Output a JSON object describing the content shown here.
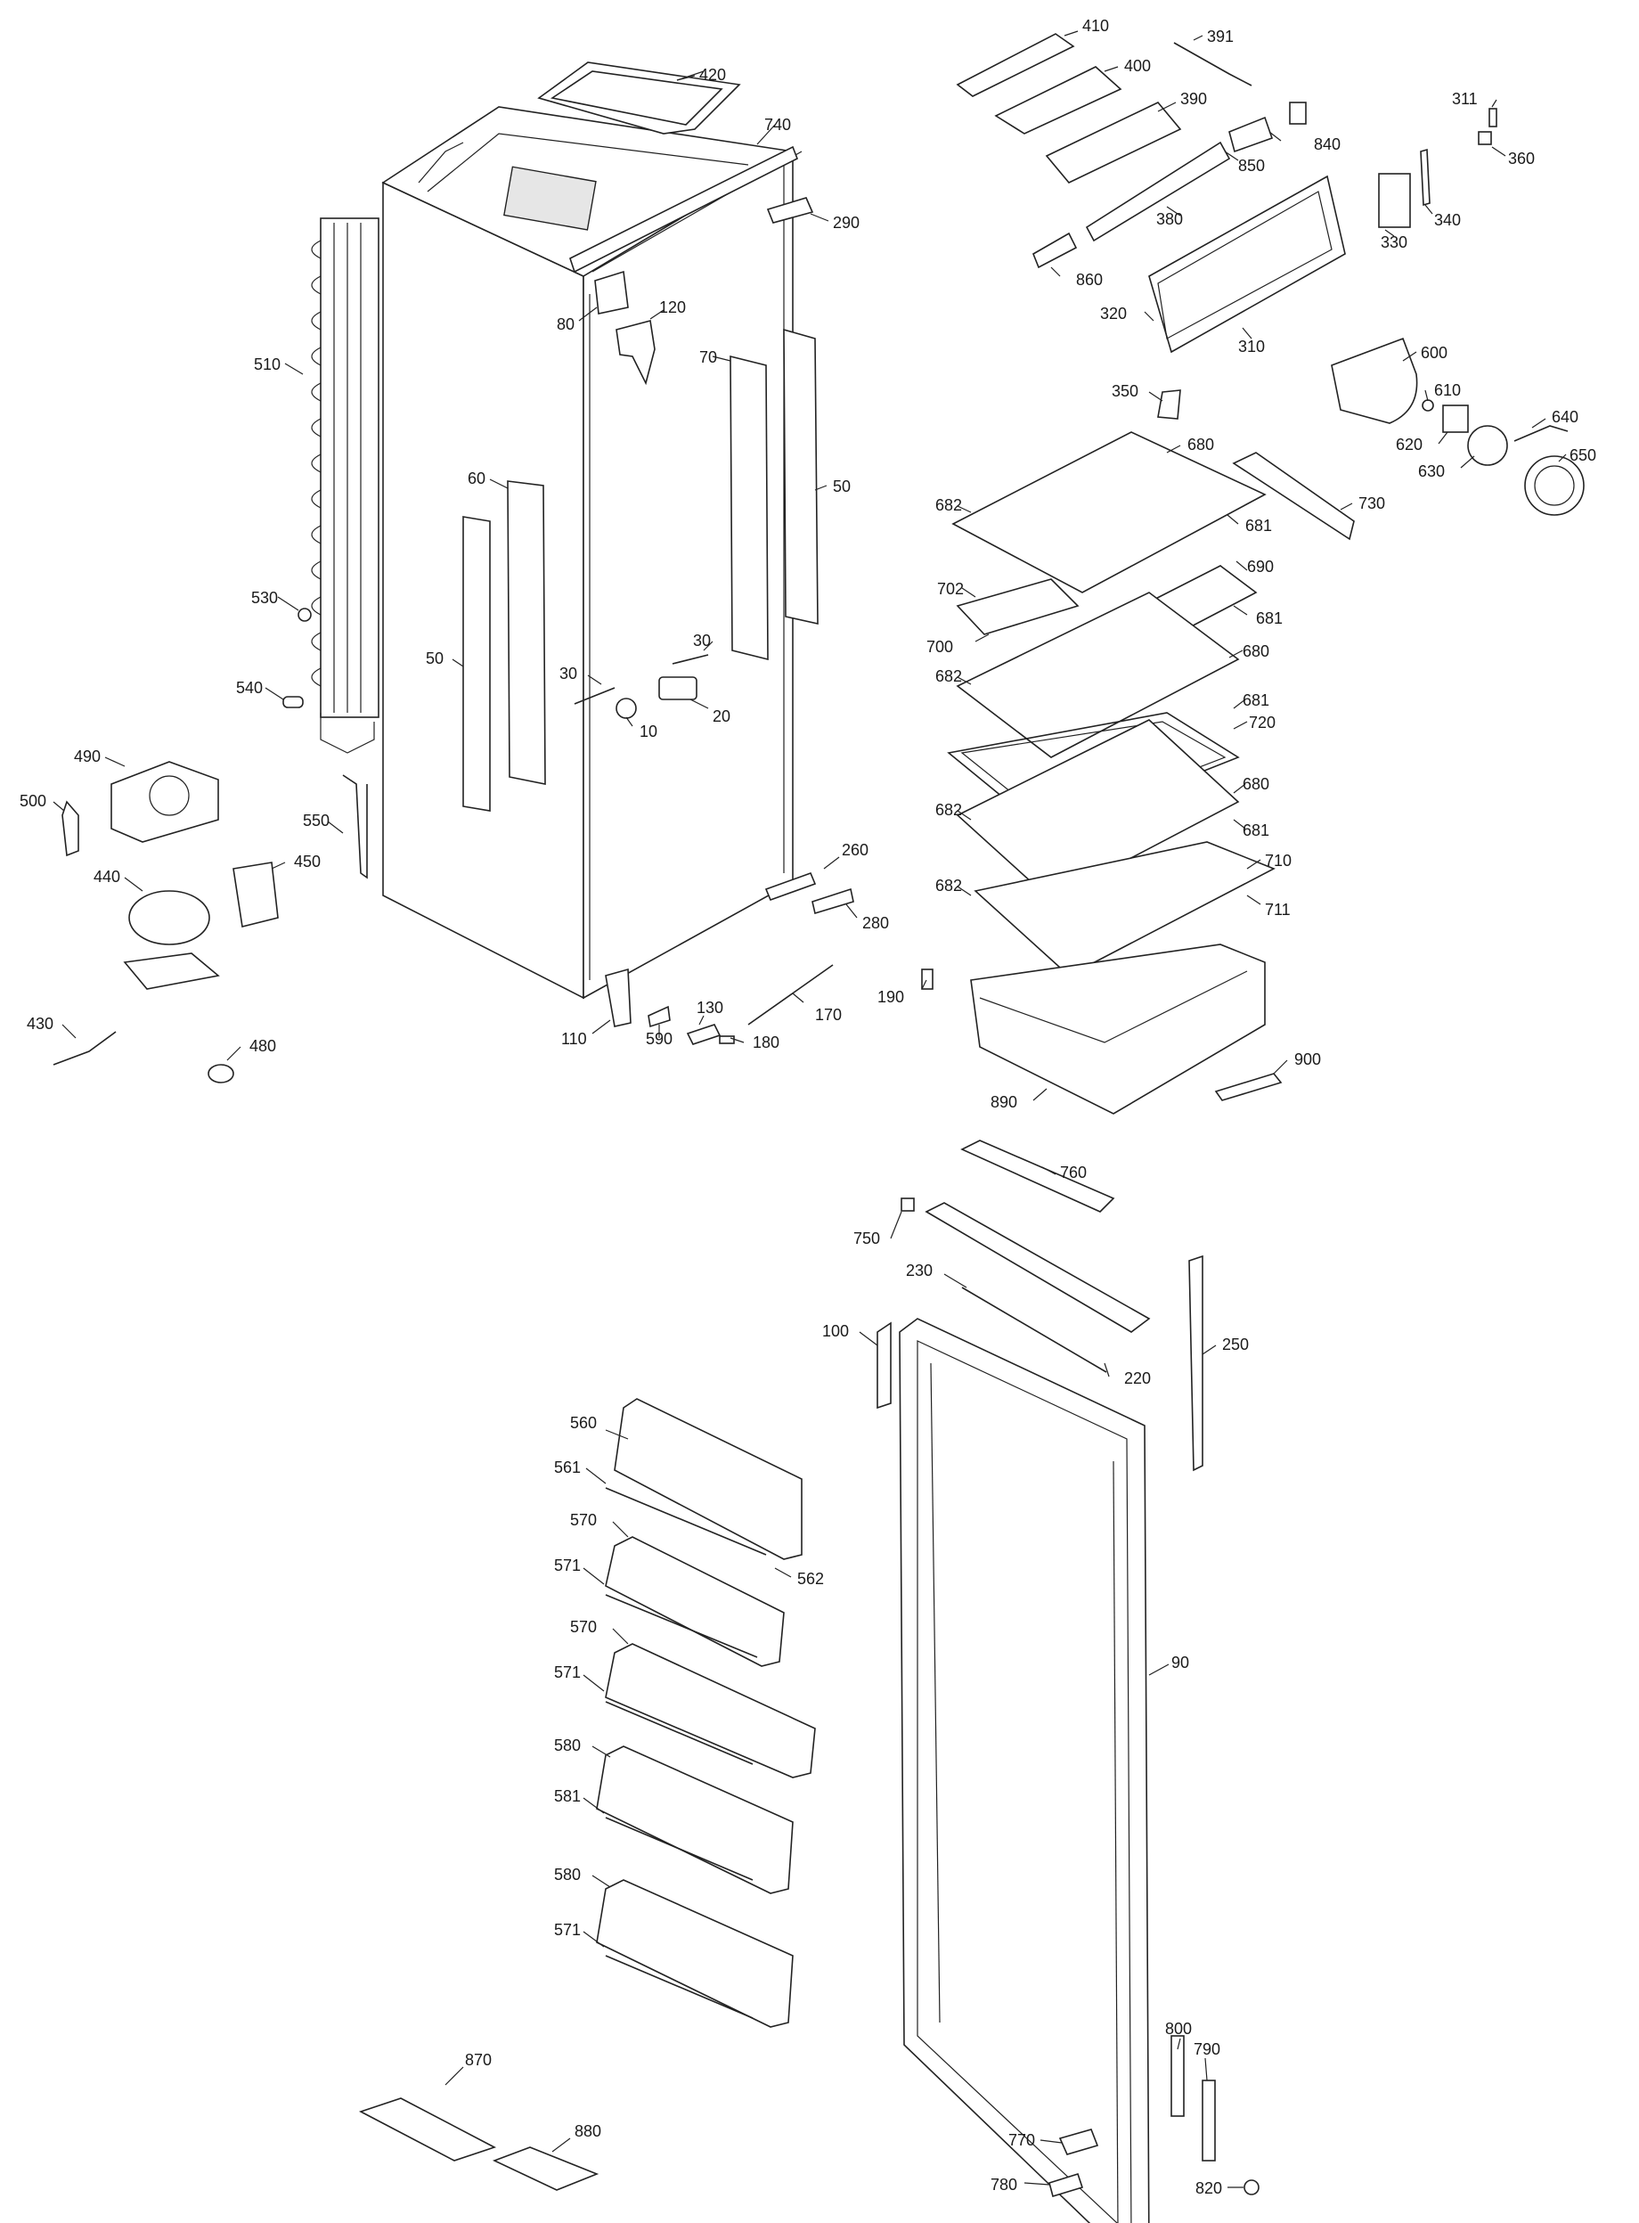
{
  "labels": {
    "l410": "410",
    "l391": "391",
    "l400": "400",
    "l420": "420",
    "l390": "390",
    "l311": "311",
    "l360": "360",
    "l740": "740",
    "l840": "840",
    "l850": "850",
    "l290": "290",
    "l340": "340",
    "l380": "380",
    "l330": "330",
    "l860": "860",
    "l80": "80",
    "l120": "120",
    "l320": "320",
    "l310": "310",
    "l600": "600",
    "l510": "510",
    "l70": "70",
    "l610": "610",
    "l350": "350",
    "l640": "640",
    "l620": "620",
    "l650": "650",
    "l630": "630",
    "l680a": "680",
    "l60": "60",
    "l50a": "50",
    "l682a": "682",
    "l730": "730",
    "l681a": "681",
    "l690": "690",
    "l702": "702",
    "l530": "530",
    "l681b": "681",
    "l30a": "30",
    "l700": "700",
    "l680b": "680",
    "l50b": "50",
    "l30b": "30",
    "l682b": "682",
    "l681c": "681",
    "l540": "540",
    "l20": "20",
    "l720": "720",
    "l10": "10",
    "l490": "490",
    "l680c": "680",
    "l500": "500",
    "l682c": "682",
    "l681d": "681",
    "l550": "550",
    "l450": "450",
    "l260": "260",
    "l710": "710",
    "l440": "440",
    "l682d": "682",
    "l711": "711",
    "l280": "280",
    "l190": "190",
    "l130": "130",
    "l170": "170",
    "l430": "430",
    "l110": "110",
    "l590": "590",
    "l180": "180",
    "l480": "480",
    "l900": "900",
    "l890": "890",
    "l760": "760",
    "l750": "750",
    "l230": "230",
    "l100": "100",
    "l250": "250",
    "l220": "220",
    "l560": "560",
    "l561": "561",
    "l570a": "570",
    "l571a": "571",
    "l562": "562",
    "l570b": "570",
    "l571b": "571",
    "l90": "90",
    "l580a": "580",
    "l581": "581",
    "l580b": "580",
    "l571c": "571",
    "l800": "800",
    "l790": "790",
    "l870": "870",
    "l880": "880",
    "l770": "770",
    "l780": "780",
    "l820": "820"
  }
}
